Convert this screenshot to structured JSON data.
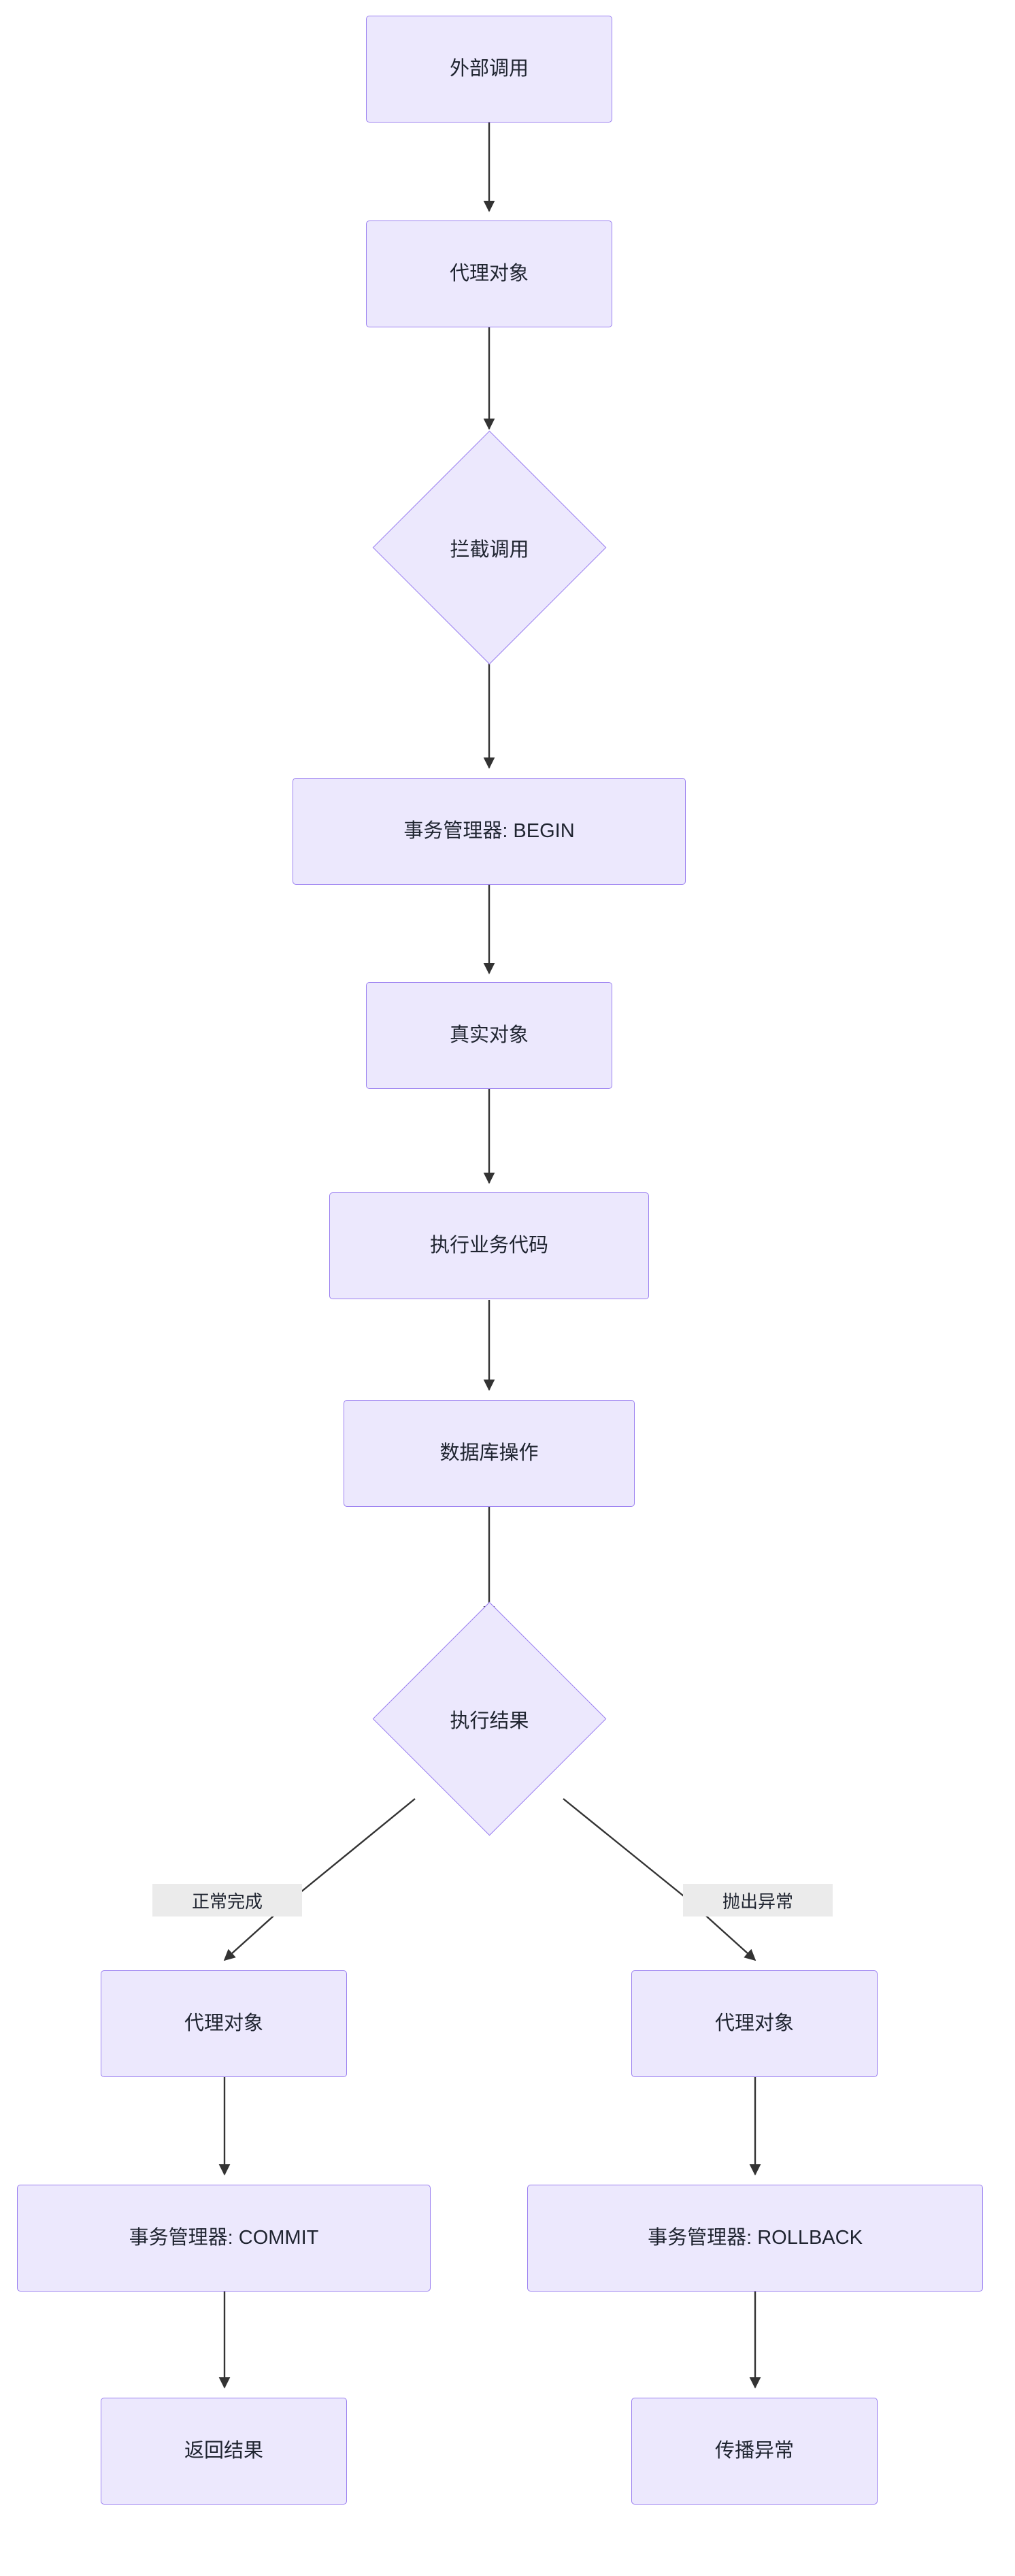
{
  "diagram": {
    "type": "flowchart",
    "direction": "top-down",
    "title": "",
    "theme": {
      "node_fill": "#ece8fd",
      "node_border": "#9a7ff0",
      "edge_color": "#333333",
      "edge_label_bg": "#ebebeb",
      "text_color": "#1f2430",
      "background": "#ffffff"
    },
    "nodes": [
      {
        "id": "n1",
        "shape": "rect",
        "label": "外部调用"
      },
      {
        "id": "n2",
        "shape": "rect",
        "label": "代理对象"
      },
      {
        "id": "n3",
        "shape": "diamond",
        "label": "拦截调用"
      },
      {
        "id": "n4",
        "shape": "rect",
        "label": "事务管理器: BEGIN"
      },
      {
        "id": "n5",
        "shape": "rect",
        "label": "真实对象"
      },
      {
        "id": "n6",
        "shape": "rect",
        "label": "执行业务代码"
      },
      {
        "id": "n7",
        "shape": "rect",
        "label": "数据库操作"
      },
      {
        "id": "n8",
        "shape": "diamond",
        "label": "执行结果"
      },
      {
        "id": "n9",
        "shape": "rect",
        "label": "代理对象"
      },
      {
        "id": "n10",
        "shape": "rect",
        "label": "事务管理器: COMMIT"
      },
      {
        "id": "n11",
        "shape": "rect",
        "label": "返回结果"
      },
      {
        "id": "n12",
        "shape": "rect",
        "label": "代理对象"
      },
      {
        "id": "n13",
        "shape": "rect",
        "label": "事务管理器: ROLLBACK"
      },
      {
        "id": "n14",
        "shape": "rect",
        "label": "传播异常"
      }
    ],
    "edges": [
      {
        "from": "n1",
        "to": "n2",
        "label": ""
      },
      {
        "from": "n2",
        "to": "n3",
        "label": ""
      },
      {
        "from": "n3",
        "to": "n4",
        "label": ""
      },
      {
        "from": "n4",
        "to": "n5",
        "label": ""
      },
      {
        "from": "n5",
        "to": "n6",
        "label": ""
      },
      {
        "from": "n6",
        "to": "n7",
        "label": ""
      },
      {
        "from": "n7",
        "to": "n8",
        "label": ""
      },
      {
        "from": "n8",
        "to": "n9",
        "label": "正常完成"
      },
      {
        "from": "n9",
        "to": "n10",
        "label": ""
      },
      {
        "from": "n10",
        "to": "n11",
        "label": ""
      },
      {
        "from": "n8",
        "to": "n12",
        "label": "抛出异常"
      },
      {
        "from": "n12",
        "to": "n13",
        "label": ""
      },
      {
        "from": "n13",
        "to": "n14",
        "label": ""
      }
    ],
    "edge_labels": {
      "normal": "正常完成",
      "exception": "抛出异常"
    }
  }
}
